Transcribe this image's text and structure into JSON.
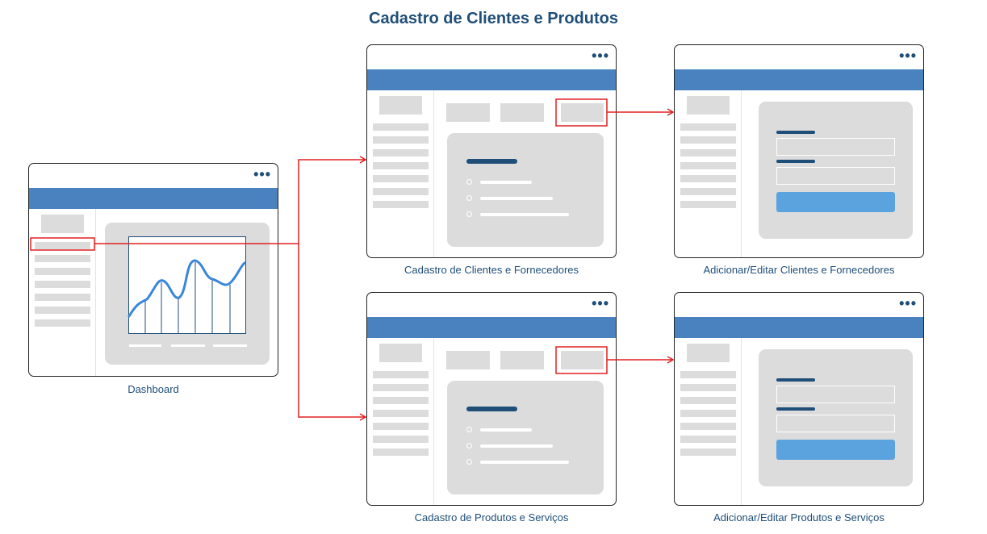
{
  "title": "Cadastro de Clientes e Produtos",
  "captions": {
    "dashboard": "Dashboard",
    "clientes_list": "Cadastro de Clientes e Fornecedores",
    "clientes_form": "Adicionar/Editar Clientes e Fornecedores",
    "produtos_list": "Cadastro de Produtos e Serviços",
    "produtos_form": "Adicionar/Editar Produtos e Serviços"
  },
  "window_menu_glyph": "•••",
  "colors": {
    "title": "#1f4e79",
    "header_bar": "#4a82bf",
    "connector": "#e02020",
    "chart_line": "#3a86d8",
    "form_button": "#5aa3df",
    "placeholder": "#dcdcdc"
  }
}
